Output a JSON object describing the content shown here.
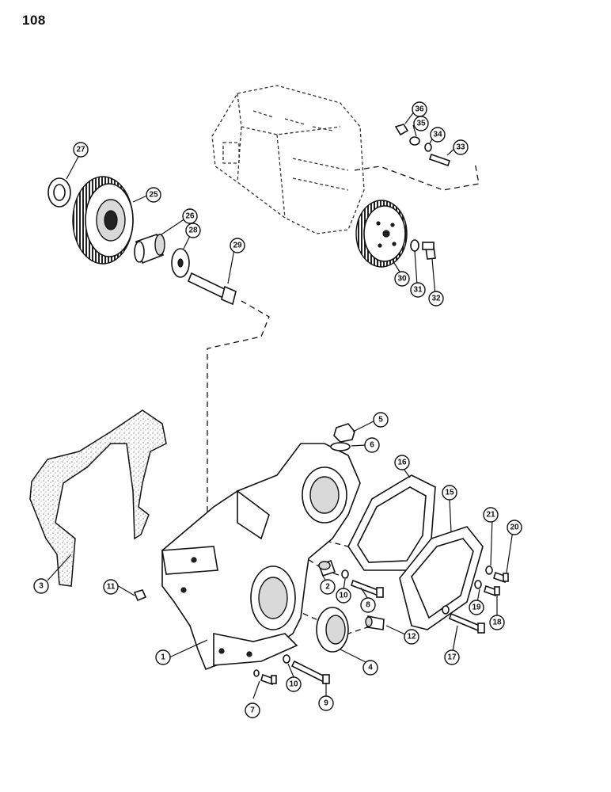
{
  "page": {
    "number": "108"
  },
  "callouts": [
    {
      "label": "1"
    },
    {
      "label": "2"
    },
    {
      "label": "3"
    },
    {
      "label": "4"
    },
    {
      "label": "5"
    },
    {
      "label": "6"
    },
    {
      "label": "7"
    },
    {
      "label": "8"
    },
    {
      "label": "9"
    },
    {
      "label": "10"
    },
    {
      "label": "10"
    },
    {
      "label": "11"
    },
    {
      "label": "12"
    },
    {
      "label": "15"
    },
    {
      "label": "16"
    },
    {
      "label": "17"
    },
    {
      "label": "18"
    },
    {
      "label": "19"
    },
    {
      "label": "20"
    },
    {
      "label": "21"
    },
    {
      "label": "25"
    },
    {
      "label": "26"
    },
    {
      "label": "27"
    },
    {
      "label": "28"
    },
    {
      "label": "29"
    },
    {
      "label": "30"
    },
    {
      "label": "31"
    },
    {
      "label": "32"
    },
    {
      "label": "33"
    },
    {
      "label": "34"
    },
    {
      "label": "35"
    },
    {
      "label": "36"
    }
  ]
}
